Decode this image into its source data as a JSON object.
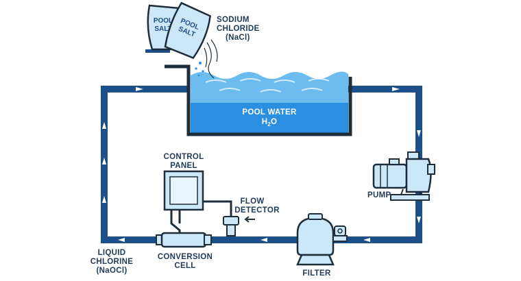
{
  "colors": {
    "pipe": "#1d4f8a",
    "outline": "#1d2d3a",
    "water_deep": "#2a8fe0",
    "water_light": "#9fd6f6",
    "equipment_fill": "#cce7f7",
    "text": "#1f3a57"
  },
  "bags": {
    "front_line1": "POOL",
    "front_line2": "SALT",
    "back_line1": "POOL",
    "back_line2": "SALT"
  },
  "labels": {
    "sodium_chloride": [
      "SODIUM",
      "CHLORIDE",
      "(NaCl)"
    ],
    "pool_water": [
      "POOL WATER",
      "H",
      "2",
      "O"
    ],
    "control_panel": [
      "CONTROL",
      "PANEL"
    ],
    "flow_detector": [
      "FLOW",
      "DETECTOR"
    ],
    "pump": "PUMP",
    "filter": "FILTER",
    "conversion_cell": [
      "CONVERSION",
      "CELL"
    ],
    "liquid_chlorine": [
      "LIQUID",
      "CHLORINE",
      "(NaOCl)"
    ]
  },
  "flow_arrows": [
    "top-left-right",
    "top-right-right",
    "right-down-1",
    "right-down-2",
    "bottom-left-1",
    "bottom-left-2",
    "bottom-left-3",
    "left-up-1",
    "left-up-2",
    "left-up-3"
  ]
}
